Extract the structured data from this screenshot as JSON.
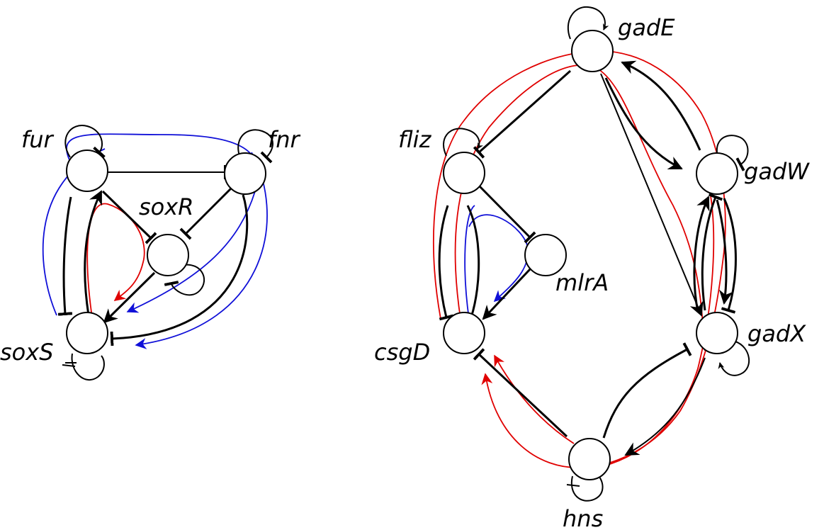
{
  "diagram_left": {
    "nodes": {
      "fur": "fur",
      "fnr": "fnr",
      "soxR": "soxR",
      "soxS": "soxS"
    }
  },
  "diagram_right": {
    "nodes": {
      "gadE": "gadE",
      "fliz": "fliz",
      "gadW": "gadW",
      "mlrA": "mlrA",
      "csgD": "csgD",
      "gadX": "gadX",
      "hns": "hns"
    }
  },
  "colors": {
    "edge": "#000000",
    "highlight_red": "#e00000",
    "highlight_blue": "#1010d8"
  }
}
